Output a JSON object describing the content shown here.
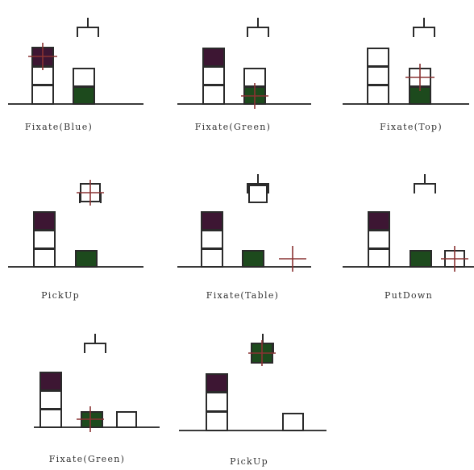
{
  "colors": {
    "purple_block": "#3d1633",
    "green_block": "#1d4a1d",
    "outline": "#2a2a2a",
    "ground": "#3a3a3a",
    "fixation_mark": "#8a3333"
  },
  "panels": [
    {
      "label": "Fixate(Blue)",
      "gripper": "open-gripper-icon",
      "stack1": [
        "purple",
        "white",
        "white"
      ],
      "stack2": [
        "white",
        "green"
      ],
      "fixation_target": "stack1-top-block",
      "held_block": null
    },
    {
      "label": "Fixate(Green)",
      "gripper": "open-gripper-icon",
      "stack1": [
        "purple",
        "white",
        "white"
      ],
      "stack2": [
        "white",
        "green"
      ],
      "fixation_target": "stack2-bottom-block",
      "held_block": null
    },
    {
      "label": "Fixate(Top)",
      "gripper": "open-gripper-icon",
      "stack1": [
        "white",
        "white",
        "white"
      ],
      "stack2": [
        "white",
        "green"
      ],
      "fixation_target": "stack2-top-block",
      "held_block": null
    },
    {
      "label": "PickUp",
      "gripper": "closed-gripper-icon",
      "stack1": [
        "purple",
        "white",
        "white"
      ],
      "stack2": [
        "green"
      ],
      "fixation_target": "held-block",
      "held_block": "white"
    },
    {
      "label": "Fixate(Table)",
      "gripper": "closed-gripper-icon",
      "stack1": [
        "purple",
        "white",
        "white"
      ],
      "stack2": [
        "green"
      ],
      "fixation_target": "table",
      "held_block": "white"
    },
    {
      "label": "PutDown",
      "gripper": "open-gripper-icon",
      "stack1": [
        "purple",
        "white",
        "white"
      ],
      "stack2": [
        "green"
      ],
      "table_block": "white",
      "fixation_target": "table-block",
      "held_block": null
    },
    {
      "label": "Fixate(Green)",
      "gripper": "open-gripper-icon",
      "stack1": [
        "purple",
        "white",
        "white"
      ],
      "stack2": [
        "green"
      ],
      "table_block": "white",
      "fixation_target": "stack2-bottom-block",
      "held_block": null
    },
    {
      "label": "PickUp",
      "gripper": "closed-gripper-icon",
      "stack1": [
        "purple",
        "white",
        "white"
      ],
      "stack2": [],
      "table_block": "white",
      "fixation_target": "held-block",
      "held_block": "green"
    }
  ]
}
